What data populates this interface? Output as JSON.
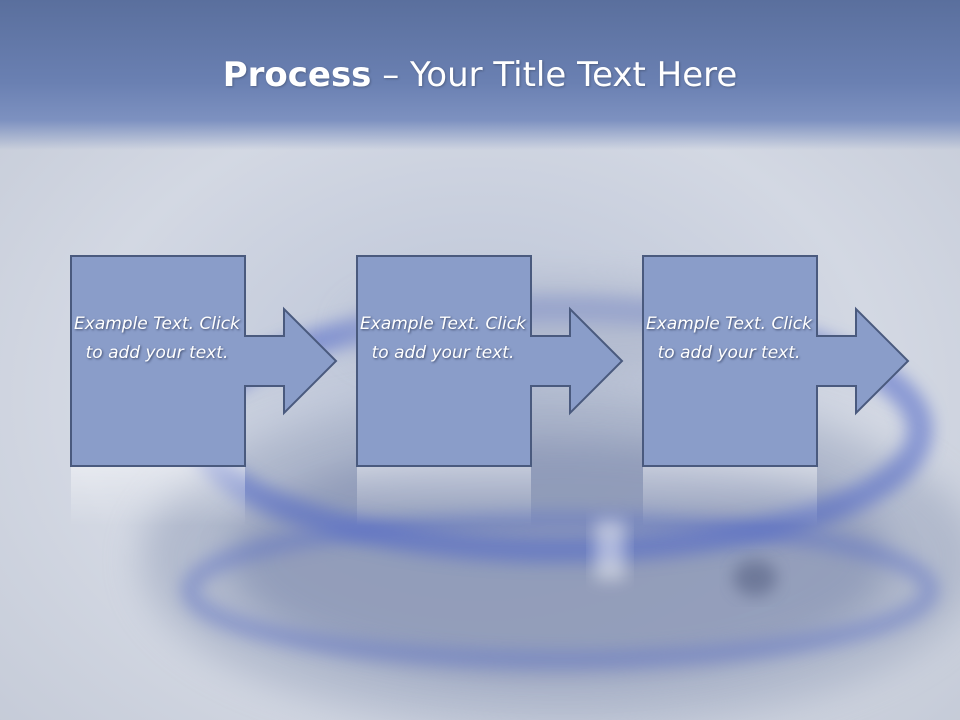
{
  "slide": {
    "title_bold": "Process",
    "title_rest": " – Your Title Text Here"
  },
  "colors": {
    "box_fill": "#8a9dc9",
    "box_stroke": "#4a5a7e",
    "title_band": "#6a80b2"
  },
  "steps": [
    {
      "text": "Example Text. Click to add your text."
    },
    {
      "text": "Example Text. Click to add your text."
    },
    {
      "text": "Example Text. Click to add your text."
    }
  ]
}
